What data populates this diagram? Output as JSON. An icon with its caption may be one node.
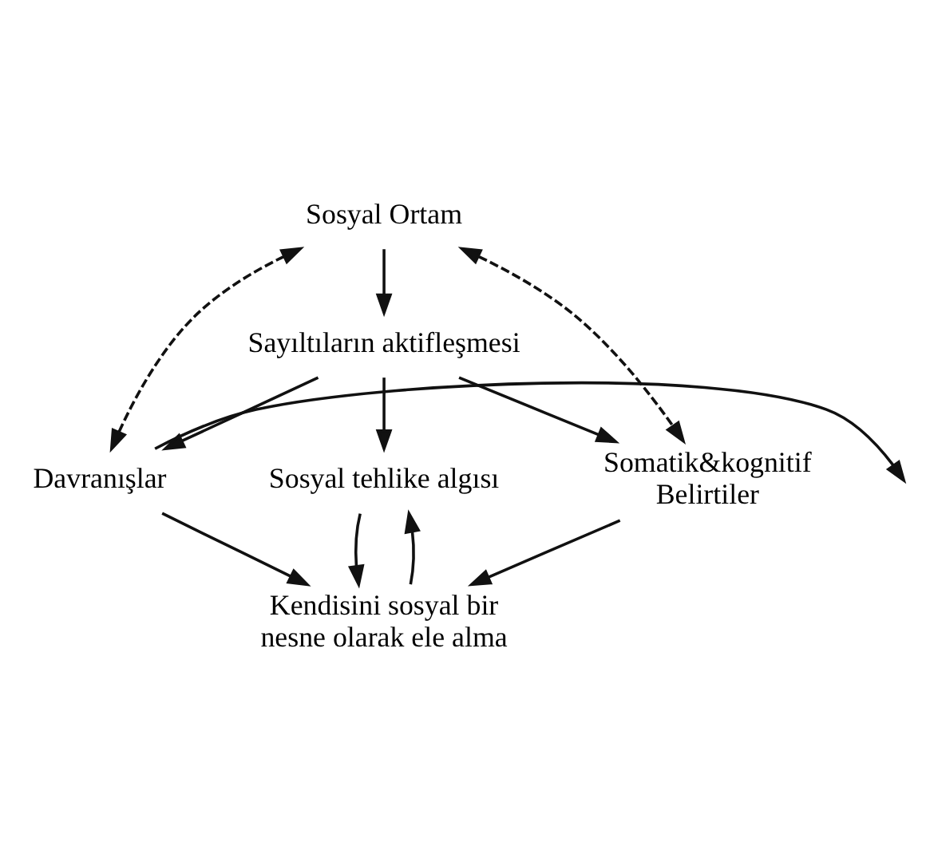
{
  "diagram": {
    "nodes": [
      {
        "text": [
          "Sosyal Ortam"
        ]
      },
      {
        "text": [
          "Sayıltıların aktifleşmesi"
        ]
      },
      {
        "text": [
          "Sosyal tehlike algısı"
        ]
      },
      {
        "text": [
          "Kendisini sosyal bir nesne olarak ele alma"
        ]
      },
      {
        "text": [
          "Davranışlar"
        ]
      },
      {
        "text": [
          "Somatik&kognitif Belirtiler"
        ]
      }
    ],
    "edges": [
      {
        "from": 0,
        "to": 1,
        "arrow": "to"
      },
      {
        "from": 1,
        "to": 2,
        "arrow": "to"
      },
      {
        "from": 2,
        "to": 3,
        "arrow": "to"
      },
      {
        "from": 3,
        "to": 2,
        "arrow": "to"
      },
      {
        "from": 1,
        "to": 4,
        "arrow": "to"
      },
      {
        "from": 1,
        "to": 5,
        "arrow": "to"
      },
      {
        "from": 4,
        "to": 3,
        "arrow": "to"
      },
      {
        "from": 5,
        "to": 3,
        "arrow": "to"
      },
      {
        "from": 0,
        "to": 4,
        "arrow": "both",
        "style": "dashed"
      },
      {
        "from": 0,
        "to": 5,
        "arrow": "both",
        "style": "dashed"
      },
      {
        "from": 4,
        "to": null,
        "arrow": "to"
      }
    ]
  }
}
